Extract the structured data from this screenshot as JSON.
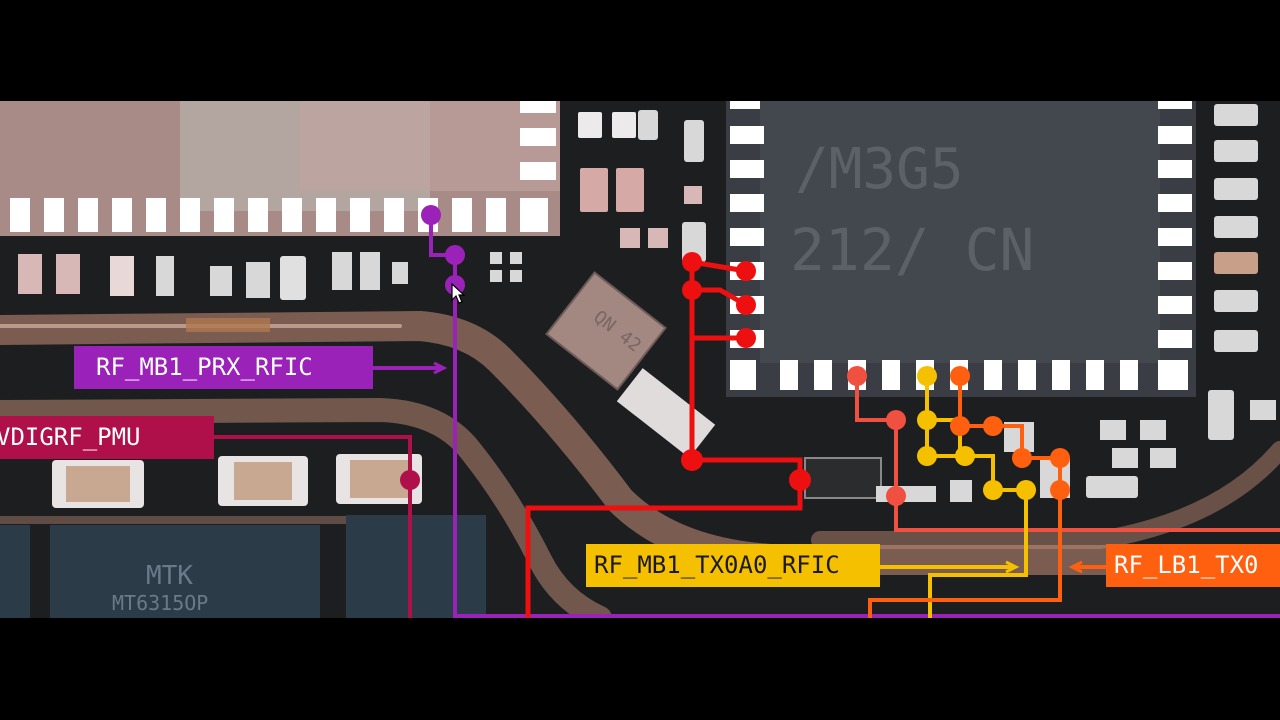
{
  "colors": {
    "letterbox": "#000000",
    "board": "#1c1e20",
    "purple": "#9a22b8",
    "crimson": "#b0104a",
    "red": "#ee1010",
    "salmon": "#f05040",
    "yellow": "#f5c000",
    "orange": "#ff6010",
    "pad": "#ffffff",
    "copper": "#c8907a"
  },
  "chips": {
    "soc_line1": "/M3G5",
    "soc_line2": "212/ CN",
    "pmu_brand": "MTK",
    "pmu_model": "MT6315OP",
    "small_chip": "QN 42"
  },
  "labels": {
    "rf_mb1_prx": "RF_MB1_PRX_RFIC",
    "vdigrf_pmu": "VDIGRF_PMU",
    "rf_mb1_tx0a0": "RF_MB1_TX0A0_RFIC",
    "rf_lb1_tx0": "RF_LB1_TX0"
  },
  "icons": {
    "cursor": "mouse-pointer-icon"
  }
}
